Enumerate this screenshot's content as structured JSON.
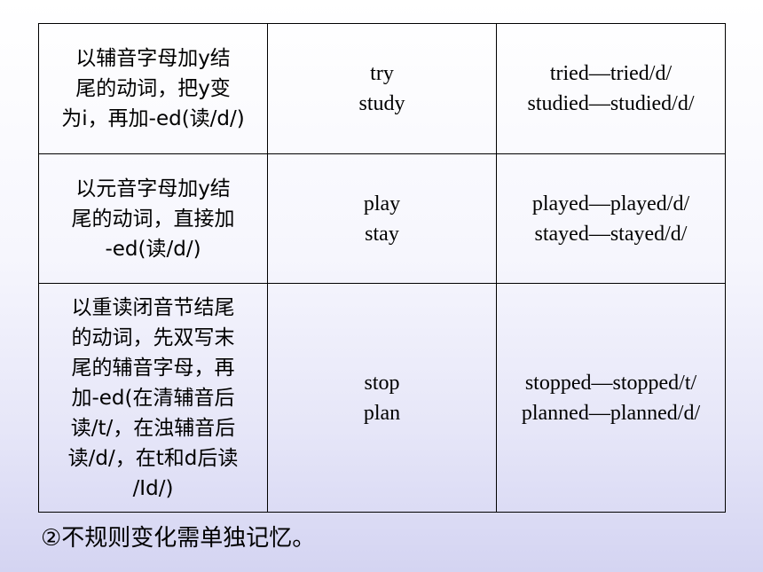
{
  "table": {
    "rows": [
      {
        "rule": "以辅音字母加y结\n尾的动词，把y变\n为i，再加-ed(读/d/)",
        "base": "try\nstudy",
        "past": "tried—tried/d/\nstudied—studied/d/"
      },
      {
        "rule": "以元音字母加y结\n尾的动词，直接加\n-ed(读/d/)",
        "base": "play\nstay",
        "past": "played—played/d/\nstayed—stayed/d/"
      },
      {
        "rule": "以重读闭音节结尾\n的动词，先双写末\n尾的辅音字母，再\n加-ed(在清辅音后\n读/t/，在浊辅音后\n读/d/，在t和d后读\n/Id/)",
        "base": "stop\nplan",
        "past": "stopped—stopped/t/\nplanned—planned/d/"
      }
    ]
  },
  "note": "②不规则变化需单独记忆。"
}
